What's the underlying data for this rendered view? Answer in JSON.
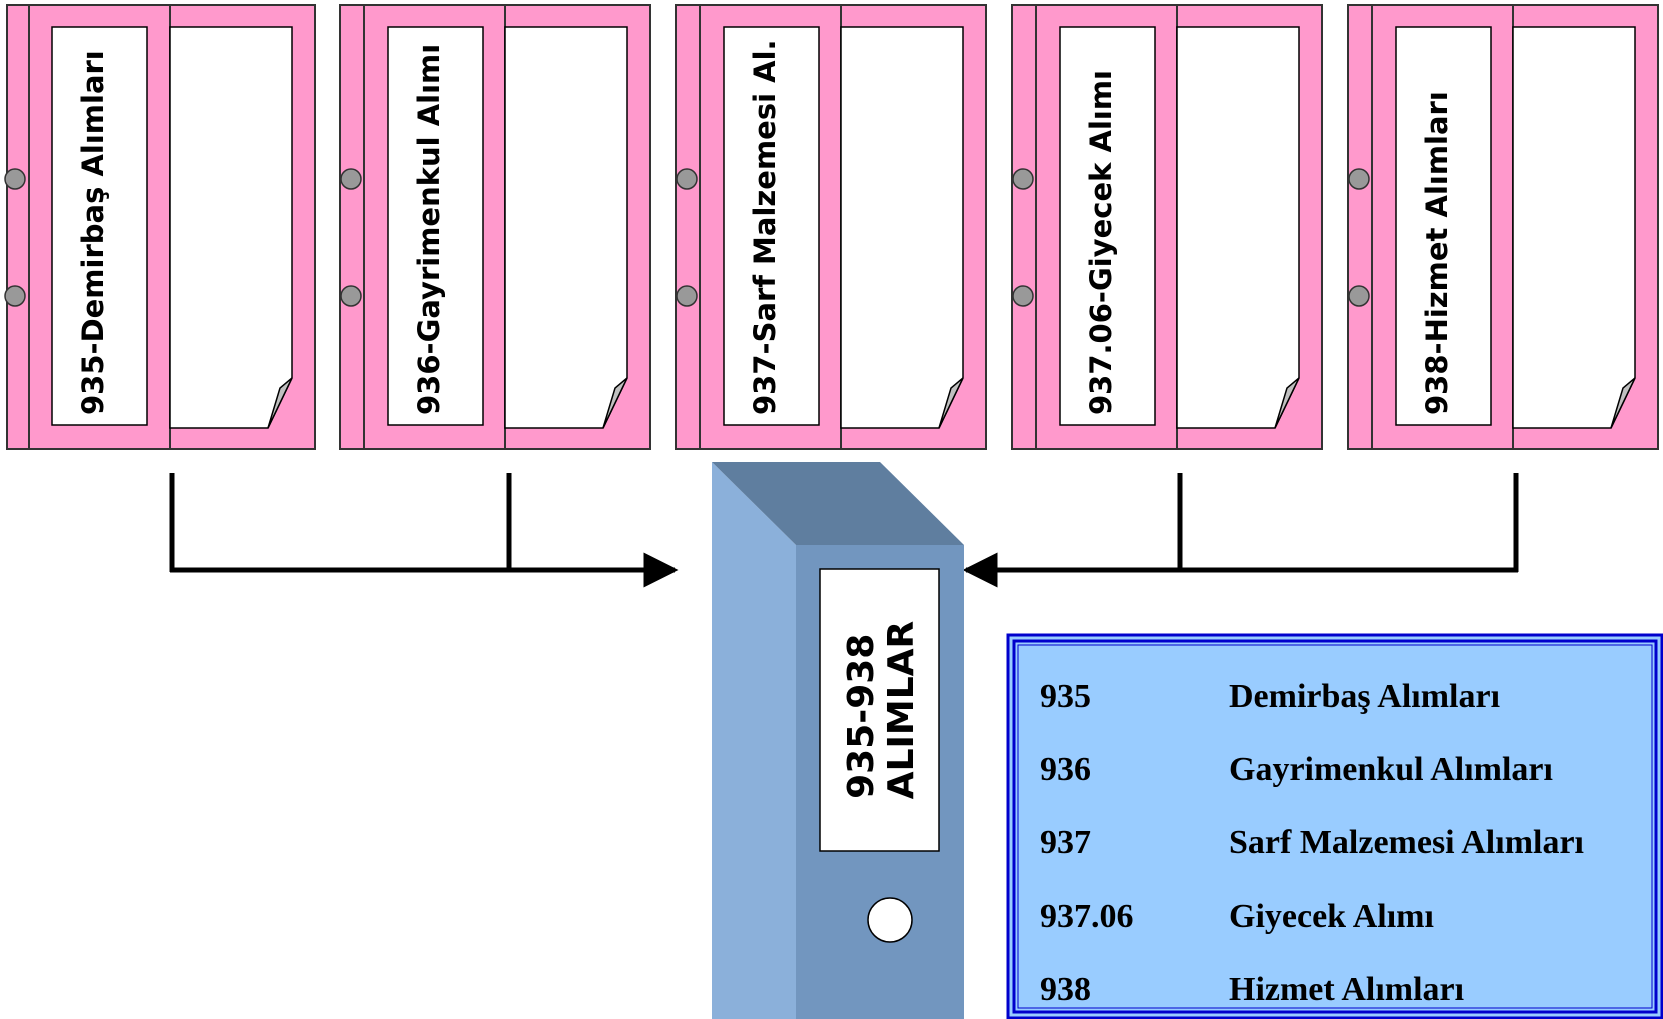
{
  "colors": {
    "folder_fill": "#ff99cc",
    "folder_stroke": "#333333",
    "binder_spine": "#7296bf",
    "binder_side": "#8bb0da",
    "binder_top": "#5f7e9f",
    "legend_fill": "#99ccff",
    "legend_border": "#0000cc",
    "arrow": "#000000"
  },
  "folders": [
    {
      "label": "935-Demirbaş Alımları",
      "icon": "ring-folder-icon"
    },
    {
      "label": "936-Gayrimenkul Alımı",
      "icon": "ring-folder-icon"
    },
    {
      "label": "937-Sarf Malzemesi Al.",
      "icon": "ring-folder-icon"
    },
    {
      "label": "937.06-Giyecek Alımı",
      "icon": "ring-folder-icon"
    },
    {
      "label": "938-Hizmet Alımları",
      "icon": "ring-folder-icon"
    }
  ],
  "binder": {
    "line1": "935-938",
    "line2": "ALIMLAR",
    "icon": "lever-arch-binder-icon"
  },
  "legend": {
    "rows": [
      {
        "code": "935",
        "name": "Demirbaş Alımları"
      },
      {
        "code": "936",
        "name": "Gayrimenkul Alımları"
      },
      {
        "code": "937",
        "name": "Sarf Malzemesi Alımları"
      },
      {
        "code": "937.06",
        "name": "Giyecek Alımı"
      },
      {
        "code": "938",
        "name": "Hizmet Alımları"
      }
    ]
  }
}
